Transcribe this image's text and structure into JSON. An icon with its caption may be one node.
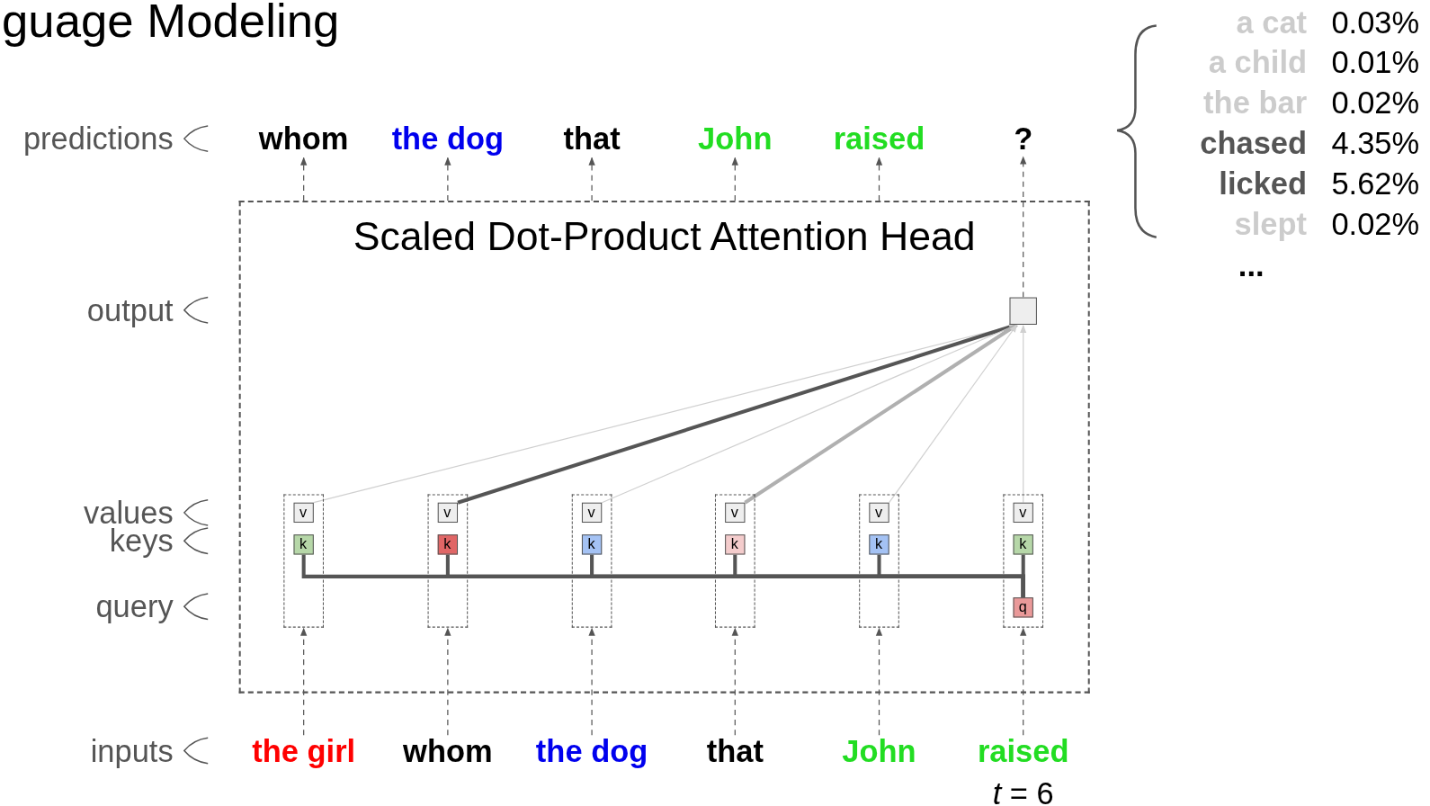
{
  "diagram": {
    "title": "guage Modeling",
    "nodes": [
      {
        "text": [
          "Scaled Dot-Product Attention Head"
        ]
      },
      {
        "text": [
          "whom"
        ]
      },
      {
        "text": [
          "the dog"
        ]
      },
      {
        "text": [
          "that"
        ]
      },
      {
        "text": [
          "John"
        ]
      },
      {
        "text": [
          "raised"
        ]
      },
      {
        "text": [
          "?"
        ]
      },
      {
        "text": [
          "the girl"
        ]
      },
      {
        "text": [
          "whom"
        ]
      },
      {
        "text": [
          "the dog"
        ]
      },
      {
        "text": [
          "that"
        ]
      },
      {
        "text": [
          "John"
        ]
      },
      {
        "text": [
          "raised"
        ],
        "beside": [
          "*t* = 6"
        ]
      },
      {
        "text": [],
        "shape": "box",
        "in": 0
      },
      {
        "text": [],
        "shape": "box",
        "in": 0
      },
      {
        "text": [
          "v"
        ],
        "in": 14
      },
      {
        "text": [
          "k"
        ],
        "in": 14
      },
      {
        "text": [],
        "shape": "box",
        "in": 0
      },
      {
        "text": [
          "v"
        ],
        "in": 17
      },
      {
        "text": [
          "k"
        ],
        "in": 17
      },
      {
        "text": [],
        "shape": "box",
        "in": 0
      },
      {
        "text": [
          "v"
        ],
        "in": 20
      },
      {
        "text": [
          "k"
        ],
        "in": 20
      },
      {
        "text": [],
        "shape": "box",
        "in": 0
      },
      {
        "text": [
          "v"
        ],
        "in": 23
      },
      {
        "text": [
          "k"
        ],
        "in": 23
      },
      {
        "text": [],
        "shape": "box",
        "in": 0
      },
      {
        "text": [
          "v"
        ],
        "in": 26
      },
      {
        "text": [
          "k"
        ],
        "in": 26
      },
      {
        "text": [],
        "shape": "box",
        "in": 0
      },
      {
        "text": [
          "v"
        ],
        "in": 29
      },
      {
        "text": [
          "k"
        ],
        "in": 29
      },
      {
        "text": [
          "q"
        ],
        "in": 29
      }
    ],
    "edges": [
      {
        "from": 7,
        "to": 14,
        "arrow": "to",
        "style": "dashed"
      },
      {
        "from": 8,
        "to": 17,
        "arrow": "to",
        "style": "dashed"
      },
      {
        "from": 9,
        "to": 20,
        "arrow": "to",
        "style": "dashed"
      },
      {
        "from": 10,
        "to": 23,
        "arrow": "to",
        "style": "dashed"
      },
      {
        "from": 11,
        "to": 26,
        "arrow": "to",
        "style": "dashed"
      },
      {
        "from": 12,
        "to": 29,
        "arrow": "to",
        "style": "dashed"
      },
      {
        "from": 0,
        "to": 1,
        "arrow": "to",
        "style": "dashed"
      },
      {
        "from": 0,
        "to": 2,
        "arrow": "to",
        "style": "dashed"
      },
      {
        "from": 0,
        "to": 3,
        "arrow": "to",
        "style": "dashed"
      },
      {
        "from": 0,
        "to": 4,
        "arrow": "to",
        "style": "dashed"
      },
      {
        "from": 0,
        "to": 5,
        "arrow": "to",
        "style": "dashed"
      },
      {
        "from": 13,
        "to": 6,
        "arrow": "to",
        "style": "dashed"
      },
      {
        "from": 15,
        "to": 13,
        "arrow": "to",
        "color": "#d0d0d0"
      },
      {
        "from": 18,
        "to": 13,
        "arrow": "to",
        "style": "thick"
      },
      {
        "from": 21,
        "to": 13,
        "arrow": "to",
        "color": "#d0d0d0"
      },
      {
        "from": 24,
        "to": 13,
        "arrow": "to",
        "style": "thick",
        "color": "#b0b0b0"
      },
      {
        "from": 27,
        "to": 13,
        "arrow": "to",
        "color": "#d0d0d0"
      },
      {
        "from": 30,
        "to": 13,
        "arrow": "to",
        "color": "#d0d0d0"
      },
      {
        "from": 16,
        "to": 32,
        "arrow": "none",
        "style": "thick"
      },
      {
        "from": 19,
        "to": 32,
        "arrow": "none",
        "style": "thick"
      },
      {
        "from": 22,
        "to": 32,
        "arrow": "none",
        "style": "thick"
      },
      {
        "from": 25,
        "to": 32,
        "arrow": "none",
        "style": "thick"
      },
      {
        "from": 28,
        "to": 32,
        "arrow": "none",
        "style": "thick"
      },
      {
        "from": 31,
        "to": 32,
        "arrow": "none",
        "style": "thick"
      }
    ],
    "labels": [
      "predictions",
      "output",
      "values",
      "keys",
      "query",
      "inputs",
      "a cat",
      "0.03%",
      "a child",
      "0.01%",
      "the bar",
      "0.02%",
      "chased",
      "4.35%",
      "licked",
      "5.62%",
      "slept",
      "0.02%",
      "..."
    ]
  }
}
